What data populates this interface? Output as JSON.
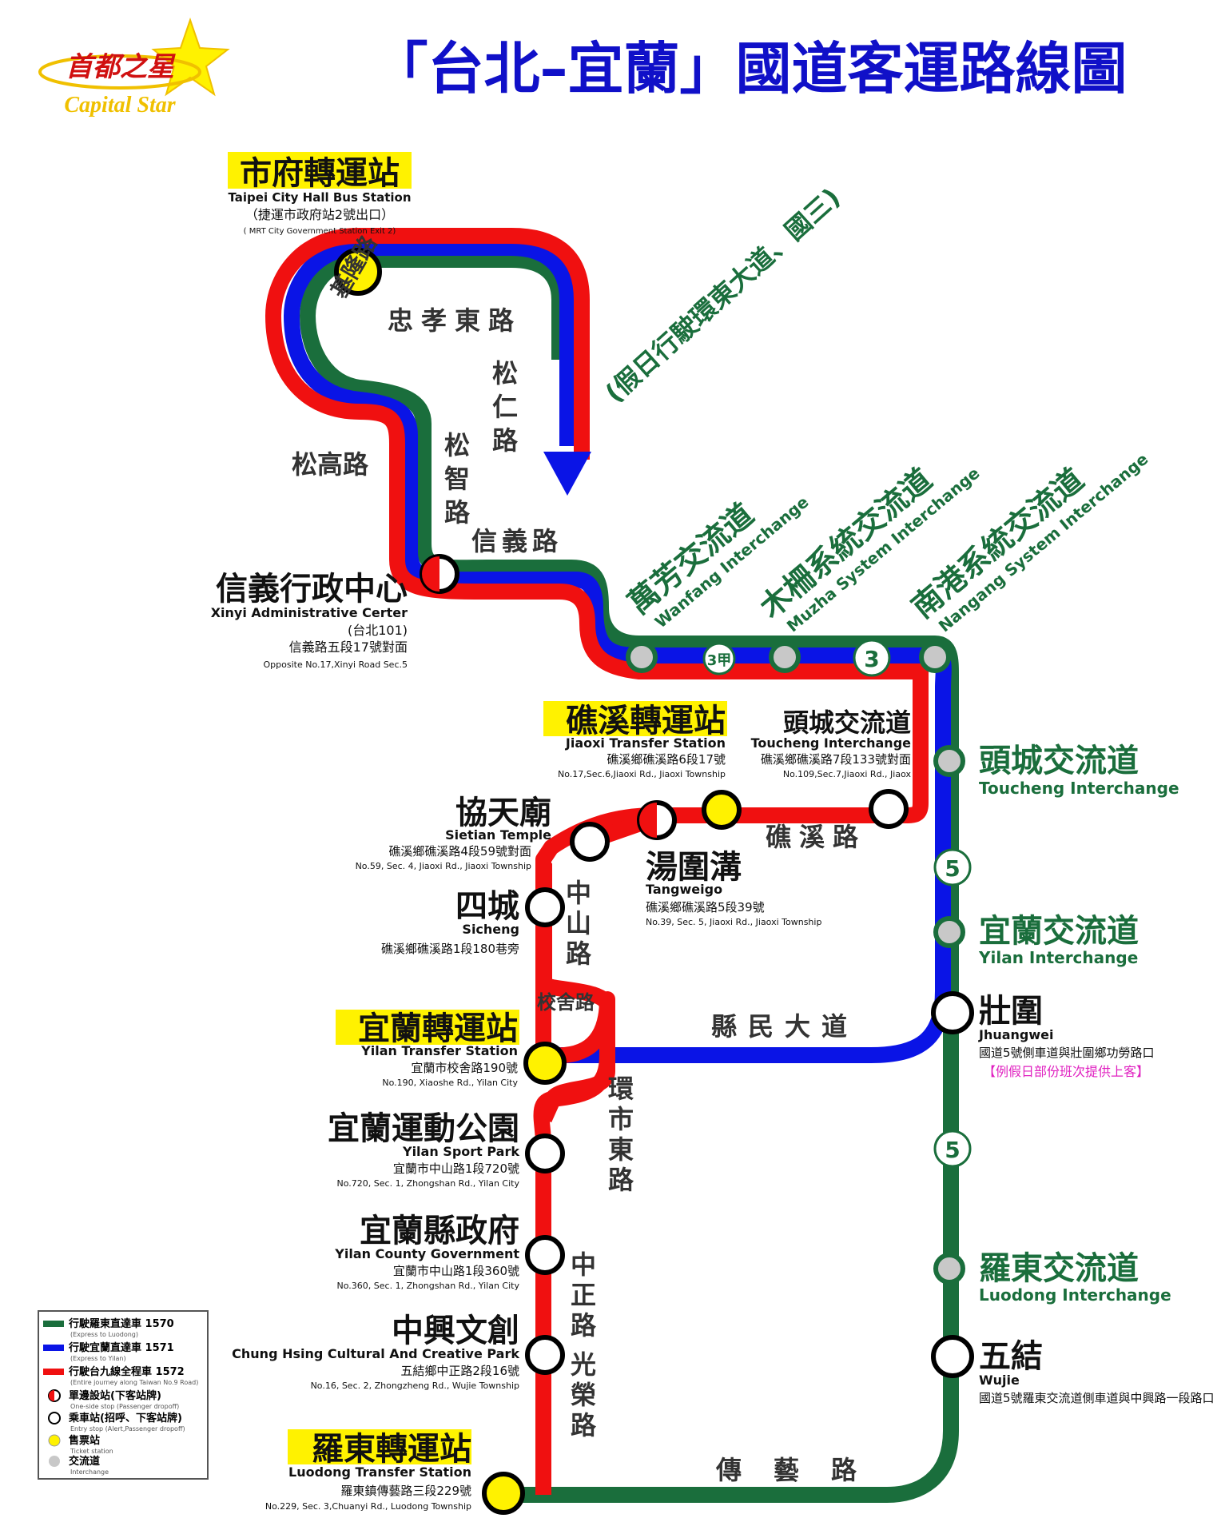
{
  "logo": {
    "name_zh": "首都之星",
    "name_en": "Capital Star"
  },
  "title": "「台北–宜蘭」國道客運路線圖",
  "colors": {
    "green": "#1a6e3c",
    "blue": "#0a14e6",
    "red": "#f01010",
    "ticket": "#fff200",
    "title_blue": "#1010c8"
  },
  "notes": {
    "holiday": "(假日行駛環東大道、國三)",
    "jhuangwei_note": "【例假日部份班次提供上客】"
  },
  "stations": {
    "cityhall": {
      "zh": "市府轉運站",
      "en": "Taipei City Hall Bus Station",
      "addr_zh": "（捷運市政府站2號出口）",
      "addr_en": "( MRT City Government Station Exit 2)"
    },
    "xinyi": {
      "zh": "信義行政中心",
      "en": "Xinyi Administrative Certer",
      "sub": "(台北101)",
      "addr_zh": "信義路五段17號對面",
      "addr_en": "Opposite No.17,Xinyi Road Sec.5"
    },
    "jiaoxi": {
      "zh": "礁溪轉運站",
      "en": "Jiaoxi Transfer Station",
      "addr_zh": "礁溪鄉礁溪路6段17號",
      "addr_en": "No.17,Sec.6,Jiaoxi Rd., Jiaoxi Township"
    },
    "toucheng_stop": {
      "zh": "頭城交流道",
      "en": "Toucheng  Interchange",
      "addr_zh": "礁溪鄉礁溪路7段133號對面",
      "addr_en": "No.109,Sec.7,Jiaoxi Rd., Jiaox"
    },
    "sietian": {
      "zh": "協天廟",
      "en": "Sietian Temple",
      "addr_zh": "礁溪鄉礁溪路4段59號對面",
      "addr_en": "No.59, Sec. 4, Jiaoxi Rd., Jiaoxi Township"
    },
    "tangweigo": {
      "zh": "湯圍溝",
      "en": "Tangweigo",
      "addr_zh": "礁溪鄉礁溪路5段39號",
      "addr_en": "No.39, Sec. 5, Jiaoxi Rd., Jiaoxi Township"
    },
    "sicheng": {
      "zh": "四城",
      "en": "Sicheng",
      "addr_zh": "礁溪鄉礁溪路1段180巷旁"
    },
    "yilan_ts": {
      "zh": "宜蘭轉運站",
      "en": "Yilan Transfer Station",
      "addr_zh": "宜蘭市校舍路190號",
      "addr_en": "No.190, Xiaoshe Rd., Yilan City"
    },
    "sportpark": {
      "zh": "宜蘭運動公園",
      "en": "Yilan Sport Park",
      "addr_zh": "宜蘭市中山路1段720號",
      "addr_en": "No.720, Sec. 1, Zhongshan Rd., Yilan City"
    },
    "countygov": {
      "zh": "宜蘭縣政府",
      "en": "Yilan County Government",
      "addr_zh": "宜蘭市中山路1段360號",
      "addr_en": "No.360, Sec. 1, Zhongshan Rd., Yilan City"
    },
    "chunghsing": {
      "zh": "中興文創",
      "en": "Chung Hsing Cultural And Creative Park",
      "addr_zh": "五結鄉中正路2段16號",
      "addr_en": "No.16, Sec. 2, Zhongzheng Rd., Wujie Township"
    },
    "luodong_ts": {
      "zh": "羅東轉運站",
      "en": "Luodong Transfer Station",
      "addr_zh": "羅東鎮傳藝路三段229號",
      "addr_en": "No.229,  Sec. 3,Chuanyi Rd., Luodong Township"
    },
    "jhuangwei": {
      "zh": "壯圍",
      "en": "Jhuangwei",
      "addr_zh": "國道5號側車道與壯圍鄉功勞路口"
    },
    "wujie": {
      "zh": "五結",
      "en": "Wujie",
      "addr_zh": "國道5號羅東交流道側車道與中興路一段路口"
    }
  },
  "interchanges": {
    "wanfang": {
      "zh": "萬芳交流道",
      "en": "Wanfang Interchange"
    },
    "muzha": {
      "zh": "木柵系統交流道",
      "en": "Muzha System Interchange"
    },
    "nangang": {
      "zh": "南港系統交流道",
      "en": "Nangang System Interchange"
    },
    "toucheng": {
      "zh": "頭城交流道",
      "en": "Toucheng Interchange"
    },
    "yilan": {
      "zh": "宜蘭交流道",
      "en": "Yilan Interchange"
    },
    "luodong": {
      "zh": "羅東交流道",
      "en": "Luodong Interchange"
    }
  },
  "roads": {
    "zhongxiao": "忠孝東路",
    "keelung": "基隆路",
    "songren": "松仁路",
    "songgao": "松高路",
    "songzhi": "松智路",
    "xinyi": "信義路",
    "jiaoxi": "礁溪路",
    "zhongshan": "中山路",
    "xiaoshe": "校舍路",
    "xianmin": "縣民大道",
    "huanshi": "環市東路",
    "zhongzheng": "中正路",
    "guangrong": "光榮路",
    "chuanyi": "傳藝路"
  },
  "shields": {
    "prov3a": "3甲",
    "nat3": "3",
    "nat5": "5"
  },
  "legend": [
    {
      "zh": "行駛羅東直達車 1570",
      "en": "(Express to Luodong)"
    },
    {
      "zh": "行駛宜蘭直達車 1571",
      "en": "(Express to Yilan)"
    },
    {
      "zh": "行駛台九線全程車 1572",
      "en": "(Entire journey along Taiwan No.9 Road)"
    },
    {
      "zh": "單邊設站(下客站牌)",
      "en": "One-side stop (Passenger dropoff)"
    },
    {
      "zh": "乘車站(招呼、下客站牌)",
      "en": "Entry stop (Alert,Passenger dropoff)"
    },
    {
      "zh": "售票站",
      "en": "Ticket station"
    },
    {
      "zh": "交流道",
      "en": "Interchange"
    }
  ]
}
